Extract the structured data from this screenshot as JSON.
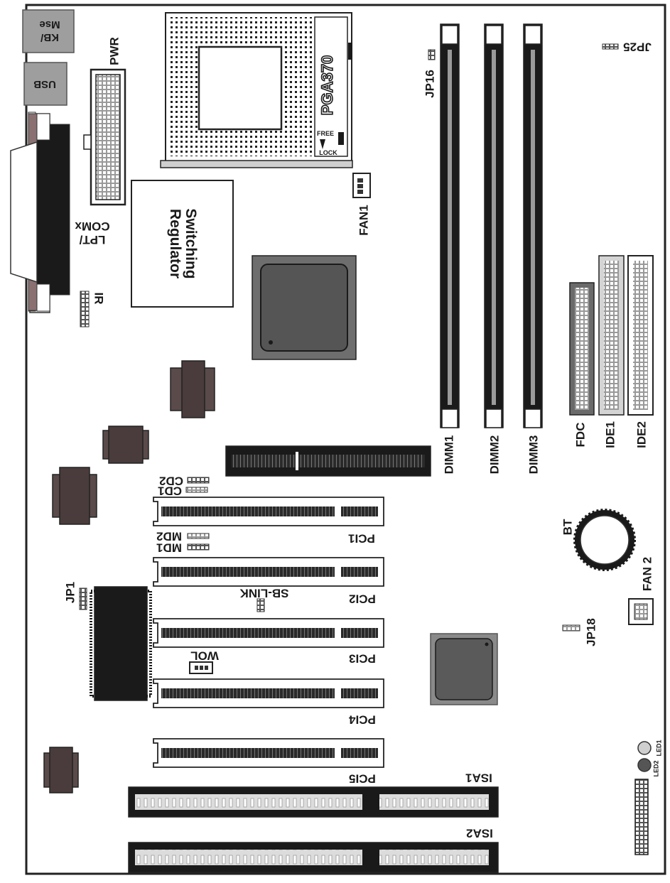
{
  "ports": {
    "kb_mse": {
      "line1": "KB/",
      "line2": "Mse"
    },
    "usb": "USB",
    "lpt_com": {
      "line1": "LPT/",
      "line2": "COMx"
    },
    "ir": "IR"
  },
  "power": {
    "pwr": "PWR",
    "regulator_line1": "Switching",
    "regulator_line2": "Regulator"
  },
  "cpu": {
    "socket": "PGA370",
    "free": "FREE",
    "lock": "LOCK",
    "fan1": "FAN1"
  },
  "memory": {
    "dimms": [
      "DIMM1",
      "DIMM2",
      "DIMM3"
    ],
    "jp16": "JP16",
    "jp25": "JP25"
  },
  "drives": {
    "fdc": "FDC",
    "ide1": "IDE1",
    "ide2": "IDE2"
  },
  "audio": {
    "cd2": "CD2",
    "cd1": "CD1",
    "md2": "MD2",
    "md1": "MD1"
  },
  "slots": {
    "pci": [
      "PCI1",
      "PCI2",
      "PCI3",
      "PCI4",
      "PCI5"
    ],
    "isa": [
      "ISA1",
      "ISA2"
    ]
  },
  "misc": {
    "sb_link": "SB-LINK",
    "wol": "WOL",
    "jp1": "JP1",
    "bt": "BT",
    "fan2": "FAN 2",
    "jp18": "JP18",
    "led2": "LED2",
    "led1": "LED1"
  }
}
